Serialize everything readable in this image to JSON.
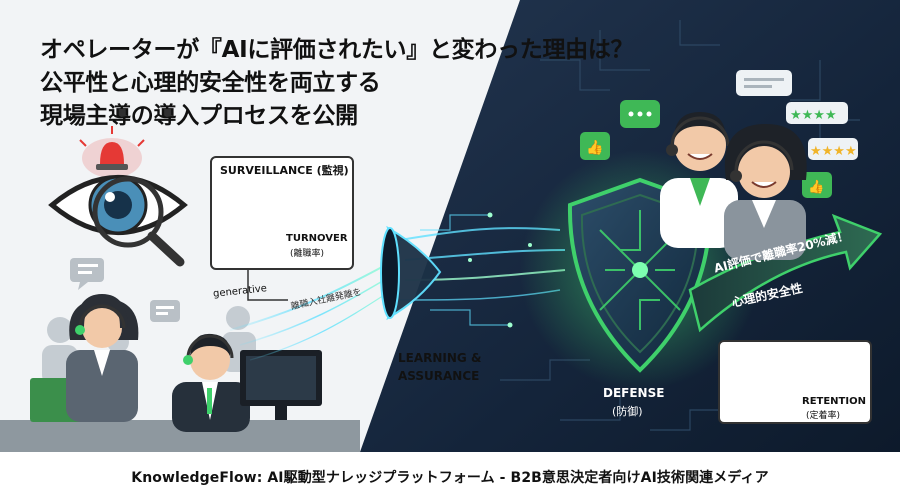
{
  "headline": {
    "line1": "オペレーターが『AIに評価されたい』と変わった理由は？",
    "line2": "公平性と心理的安全性を両立する",
    "line3": "現場主導の導入プロセスを公開"
  },
  "surveillance_card": {
    "title": "SURVEILLANCE (監視)",
    "turnover_label": "TURNOVER",
    "turnover_sub": "(離職率)"
  },
  "stream": {
    "generative_label": "generative",
    "stream_text": "離職入社離発離を",
    "learning_label": "LEARNING &",
    "assurance_label": "ASSURANCE"
  },
  "shield": {
    "defense_label": "DEFENSE",
    "defense_sub": "(防御)"
  },
  "arrow_banner": {
    "line1": "AI評価で離職率20%減！",
    "line2": "心理的安全性"
  },
  "retention_card": {
    "label": "RETENTION",
    "sub": "(定着率)"
  },
  "footer": {
    "text": "KnowledgeFlow: AI駆動型ナレッジプラットフォーム - B2B意思決定者向けAI技術関連メディア"
  },
  "colors": {
    "dark_navy": "#14243a",
    "accent_green": "#3fd06b",
    "glow_cyan": "#5fe0ff",
    "alarm_red": "#e53935"
  }
}
